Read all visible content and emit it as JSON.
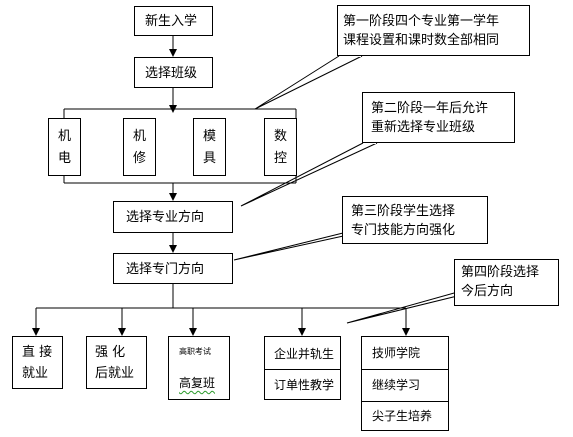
{
  "flow": {
    "enroll": "新生入学",
    "choose_class": "选择班级",
    "majors": [
      {
        "top": "机",
        "bottom": "电"
      },
      {
        "top": "机",
        "bottom": "修"
      },
      {
        "top": "模",
        "bottom": "具"
      },
      {
        "top": "数",
        "bottom": "控"
      }
    ],
    "choose_major_direction": "选择专业方向",
    "choose_specialty_direction": "选择专门方向",
    "outcomes": {
      "direct_employment": {
        "line1": "直 接",
        "line2": "就业"
      },
      "strengthened_employment": {
        "line1": "强  化",
        "line2": "后就业"
      },
      "college_exam": {
        "line1": "高职考试",
        "line2": "高复班"
      },
      "enterprise": {
        "line1": "企业并轨生",
        "line2": "订单性教学"
      },
      "technician": {
        "line1": "技师学院",
        "line2": "继续学习",
        "line3": "尖子生培养"
      }
    }
  },
  "callouts": {
    "stage1": {
      "line1": "第一阶段四个专业第一学年",
      "line2": "课程设置和课时数全部相同"
    },
    "stage2": {
      "line1": "第二阶段一年后允许",
      "line2": "重新选择专业班级"
    },
    "stage3": {
      "line1": "第三阶段学生选择",
      "line2": "专门技能方向强化"
    },
    "stage4": {
      "line1": "第四阶段选择",
      "line2": "今后方向"
    }
  }
}
